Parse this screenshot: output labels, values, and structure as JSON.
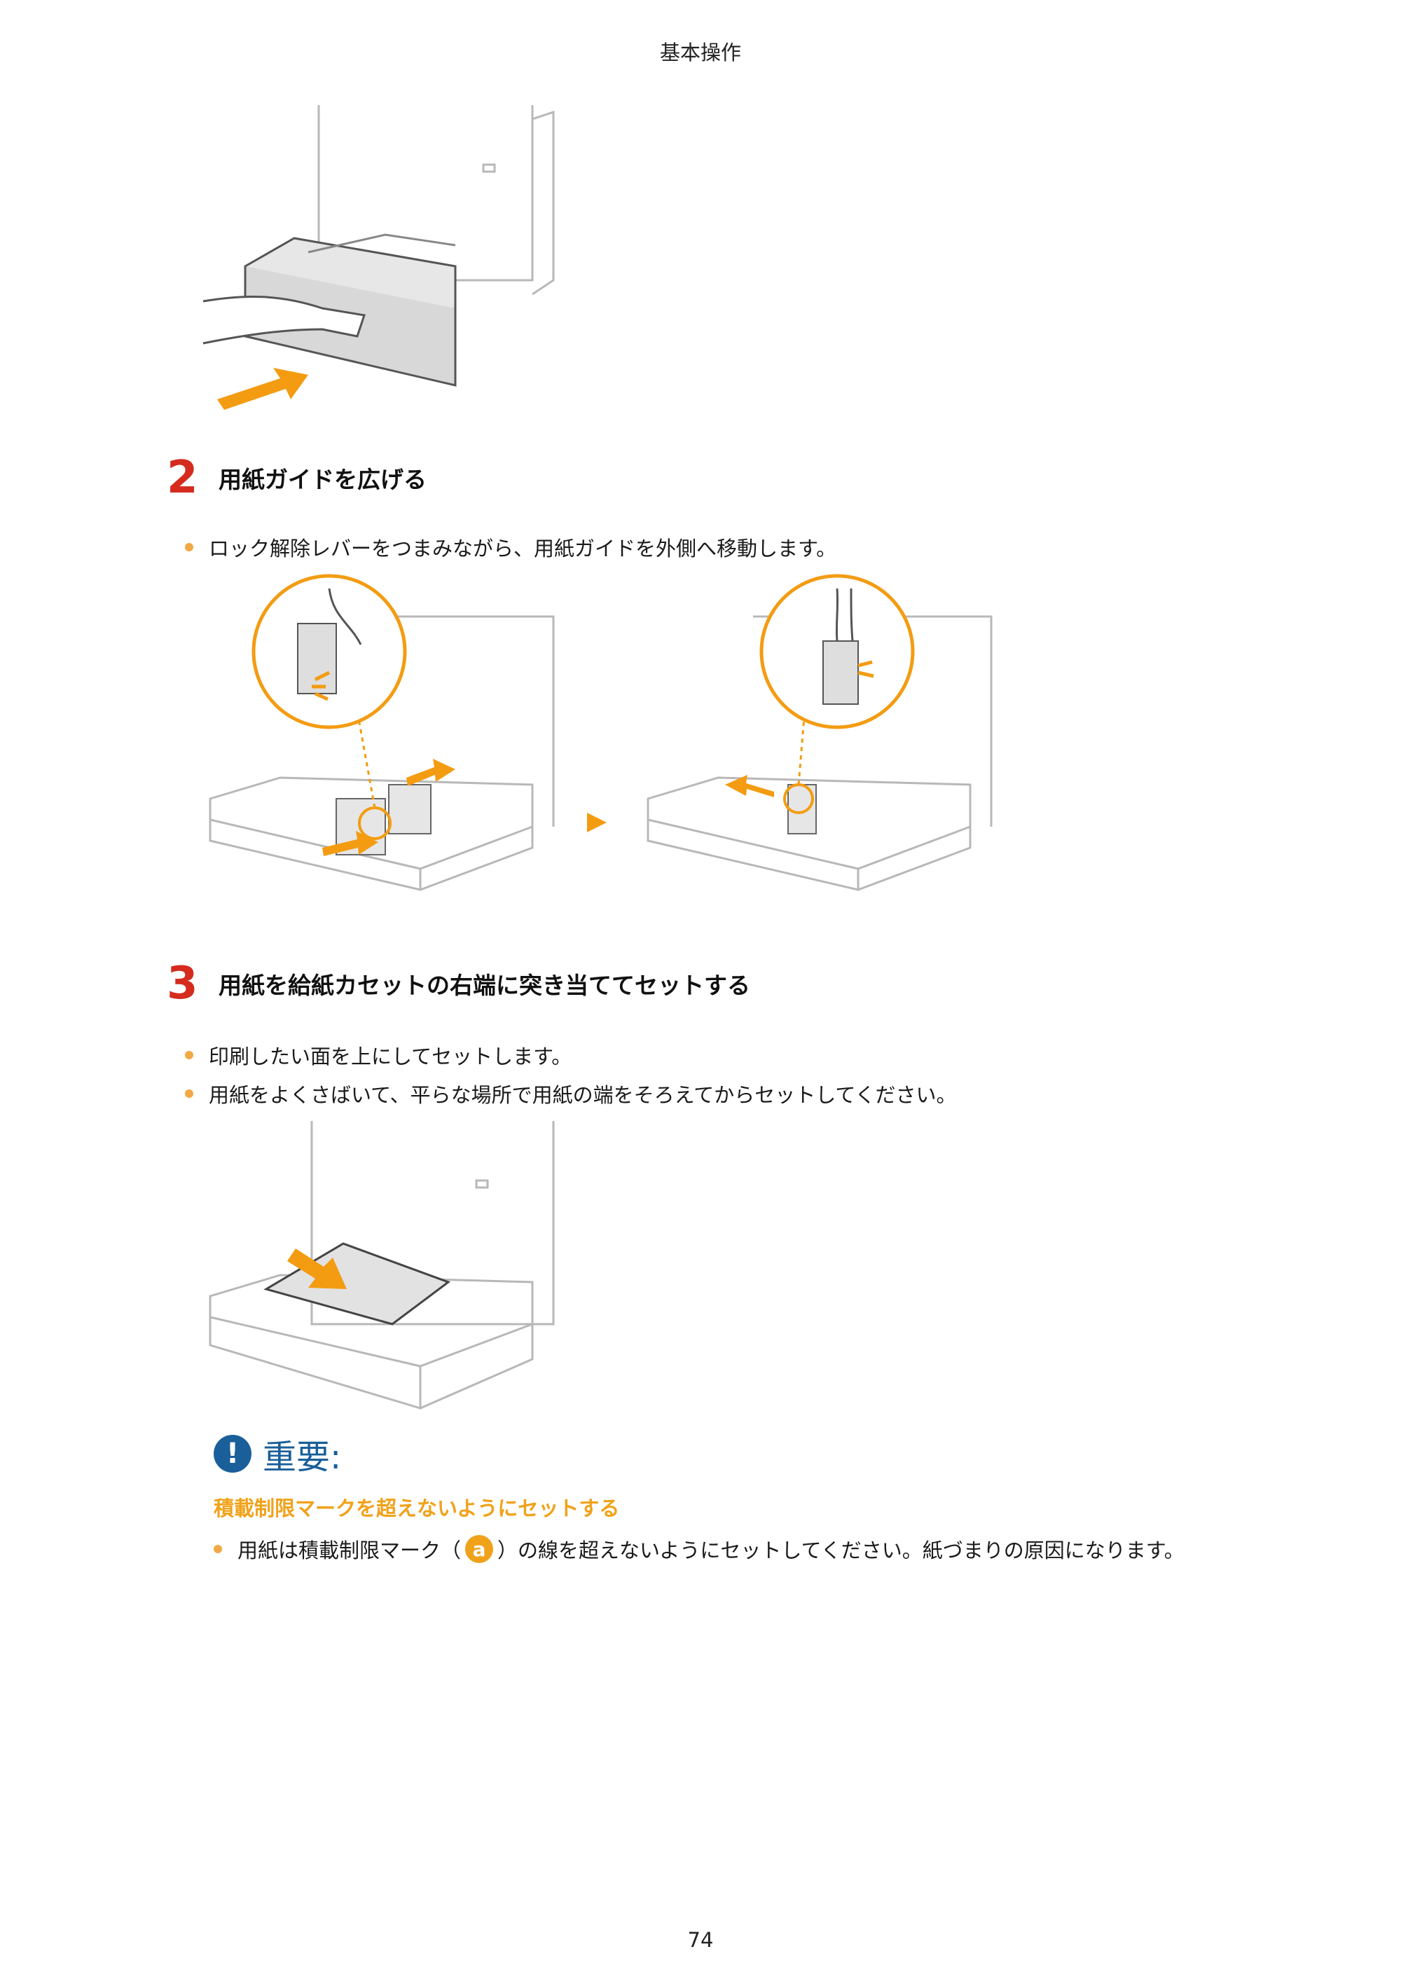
{
  "header": {
    "section": "基本操作"
  },
  "steps": [
    {
      "number": "2",
      "title": "用紙ガイドを広げる",
      "bullets": [
        "ロック解除レバーをつまみながら、用紙ガイドを外側へ移動します。"
      ]
    },
    {
      "number": "3",
      "title": "用紙を給紙カセットの右端に突き当ててセットする",
      "bullets": [
        "印刷したい面を上にしてセットします。",
        "用紙をよくさばいて、平らな場所で用紙の端をそろえてからセットしてください。"
      ]
    }
  ],
  "important": {
    "icon": "!",
    "title": "重要:",
    "subtitle": "積載制限マークを超えないようにセットする",
    "bullet_before": "用紙は積載制限マーク（",
    "mark": "a",
    "bullet_after": "）の線を超えないようにセットしてください。紙づまりの原因になります。"
  },
  "footer": {
    "page_number": "74"
  },
  "colors": {
    "step_number": "#d42b1e",
    "bullet_dot": "#f2a945",
    "important_blue": "#1a5f9a",
    "accent_orange": "#f0a21a",
    "illustration_line": "#b8b8b8",
    "arrow_orange": "#f39c12"
  }
}
